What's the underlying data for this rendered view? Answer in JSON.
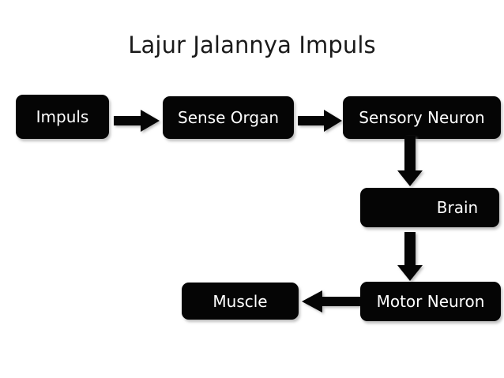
{
  "slide": {
    "title": "Lajur Jalannya Impuls",
    "background_color": "#ffffff",
    "node_fill_color": "#050505",
    "node_text_color": "#ffffff",
    "title_color": "#1a1a1a"
  },
  "nodes": [
    {
      "id": "impuls",
      "label": "Impuls"
    },
    {
      "id": "sense-organ",
      "label": "Sense Organ"
    },
    {
      "id": "sensory-neuron",
      "label": "Sensory Neuron"
    },
    {
      "id": "brain",
      "label": "Brain"
    },
    {
      "id": "motor-neuron",
      "label": "Motor Neuron"
    },
    {
      "id": "muscle",
      "label": "Muscle"
    }
  ],
  "connectors": [
    {
      "id": "impuls-to-sense-organ",
      "direction": "right"
    },
    {
      "id": "sense-organ-to-sensory-neuron",
      "direction": "right"
    },
    {
      "id": "sensory-neuron-to-brain",
      "direction": "down"
    },
    {
      "id": "brain-to-motor-neuron",
      "direction": "down"
    },
    {
      "id": "motor-neuron-to-muscle",
      "direction": "left"
    }
  ],
  "chart_data": {
    "type": "diagram",
    "title": "Lajur Jalannya Impuls",
    "flow": [
      "Impuls",
      "Sense Organ",
      "Sensory Neuron",
      "Brain",
      "Motor Neuron",
      "Muscle"
    ]
  }
}
